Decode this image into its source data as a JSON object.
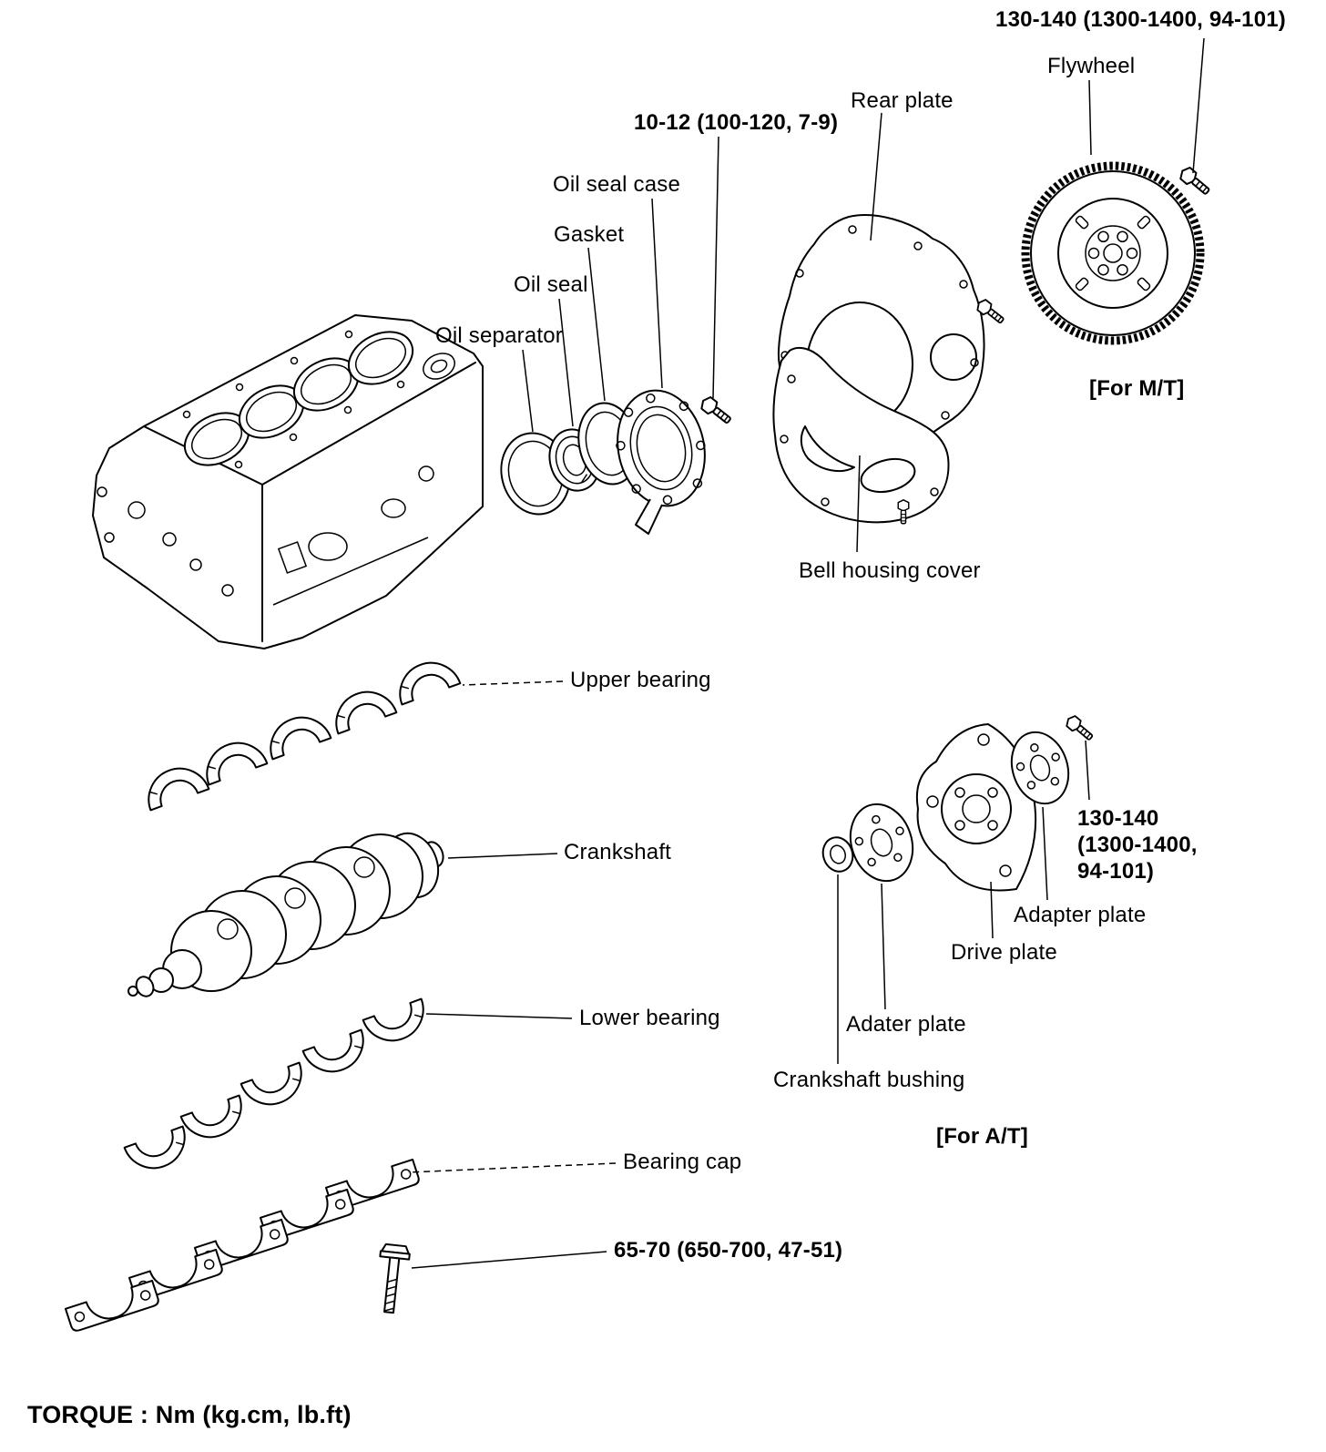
{
  "page": {
    "background": "#ffffff",
    "line_color": "#000000",
    "footer_note": "TORQUE : Nm (kg.cm, lb.ft)"
  },
  "labels": {
    "flywheel_torque": "130-140 (1300-1400, 94-101)",
    "flywheel": "Flywheel",
    "rear_plate": "Rear plate",
    "oil_seal_case_torque": "10-12 (100-120, 7-9)",
    "oil_seal_case": "Oil seal case",
    "gasket": "Gasket",
    "oil_seal": "Oil seal",
    "oil_separator": "Oil separator",
    "for_mt": "[For M/T]",
    "bell_housing_cover": "Bell housing cover",
    "upper_bearing": "Upper bearing",
    "crankshaft": "Crankshaft",
    "lower_bearing": "Lower bearing",
    "at_torque_line1": "130-140",
    "at_torque_line2": "(1300-1400,",
    "at_torque_line3": "94-101)",
    "adapter_plate": "Adapter plate",
    "drive_plate": "Drive plate",
    "adater_plate": "Adater plate",
    "crankshaft_bushing": "Crankshaft bushing",
    "for_at": "[For A/T]",
    "bearing_cap": "Bearing cap",
    "bearing_cap_torque": "65-70 (650-700, 47-51)"
  }
}
